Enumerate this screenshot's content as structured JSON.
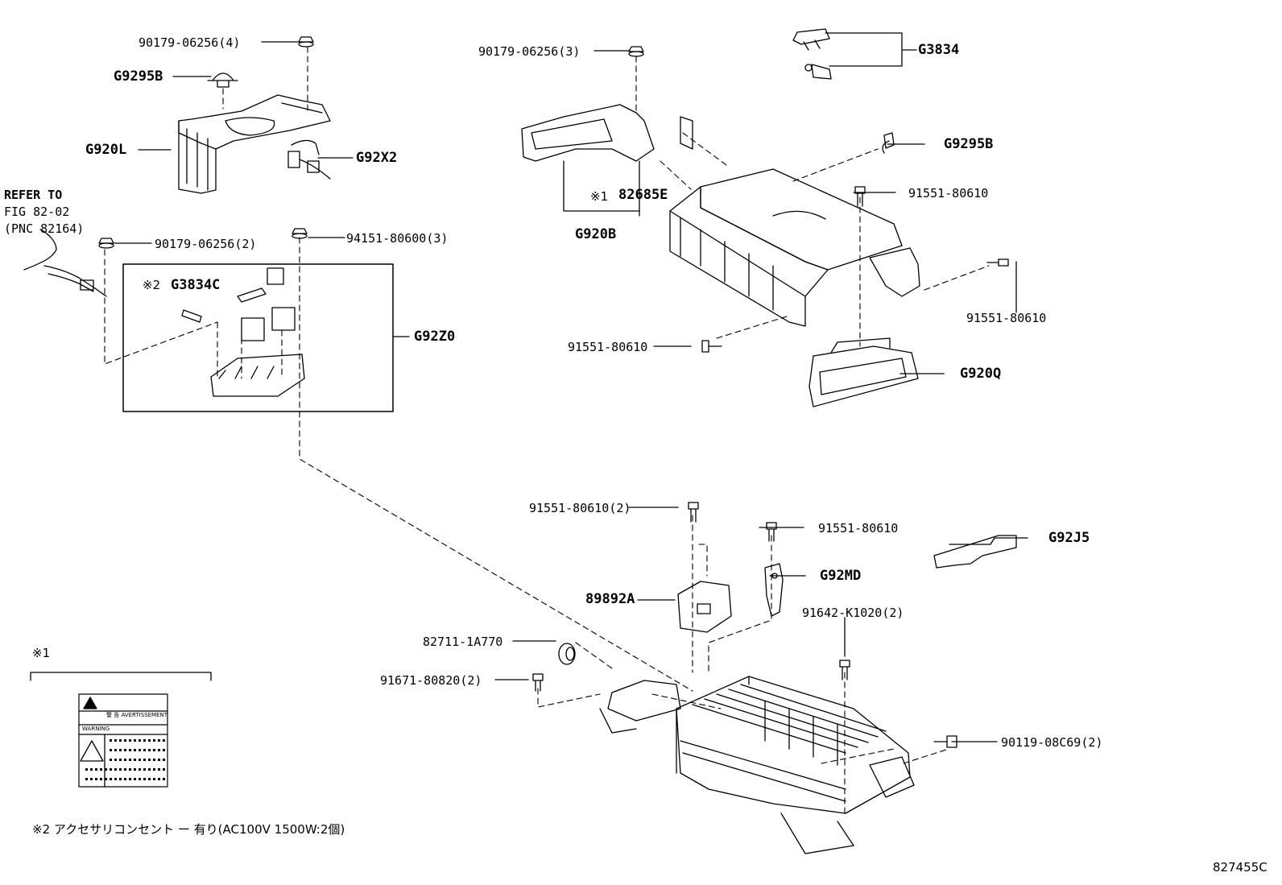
{
  "labels": {
    "p90179_4": "90179-06256(4)",
    "g9295b_left": "G9295B",
    "g920l": "G920L",
    "g92x2": "G92X2",
    "refer_1": "REFER TO",
    "refer_2": "FIG 82-02",
    "refer_3": "(PNC 82164)",
    "p90179_2": "90179-06256(2)",
    "p94151_3": "94151-80600(3)",
    "note2_mark": "※2",
    "g3834c": "G3834C",
    "g92z0": "G92Z0",
    "p90179_3": "90179-06256(3)",
    "note1_mark": "※1",
    "p82685e": "82685E",
    "g920b": "G920B",
    "g3834": "G3834",
    "g9295b_right": "G9295B",
    "p91551_a": "91551-80610",
    "p91551_b": "91551-80610",
    "p91551_c": "91551-80610",
    "g920q": "G920Q",
    "p91551_2": "91551-80610(2)",
    "p91551_d": "91551-80610",
    "g92j5": "G92J5",
    "g92md": "G92MD",
    "p89892a": "89892A",
    "p91642": "91642-K1020(2)",
    "p82711": "82711-1A770",
    "p91671": "91671-80820(2)",
    "p90119": "90119-08C69(2)",
    "legend_note1": "※1",
    "legend_note2": "※2 アクセサリコンセント ー 有り(AC100V 1500W:2個)",
    "diagram_id": "827455C"
  },
  "warning_label": {
    "line1": "警 告 AVERTISSEMENT",
    "line2": "WARNING"
  }
}
